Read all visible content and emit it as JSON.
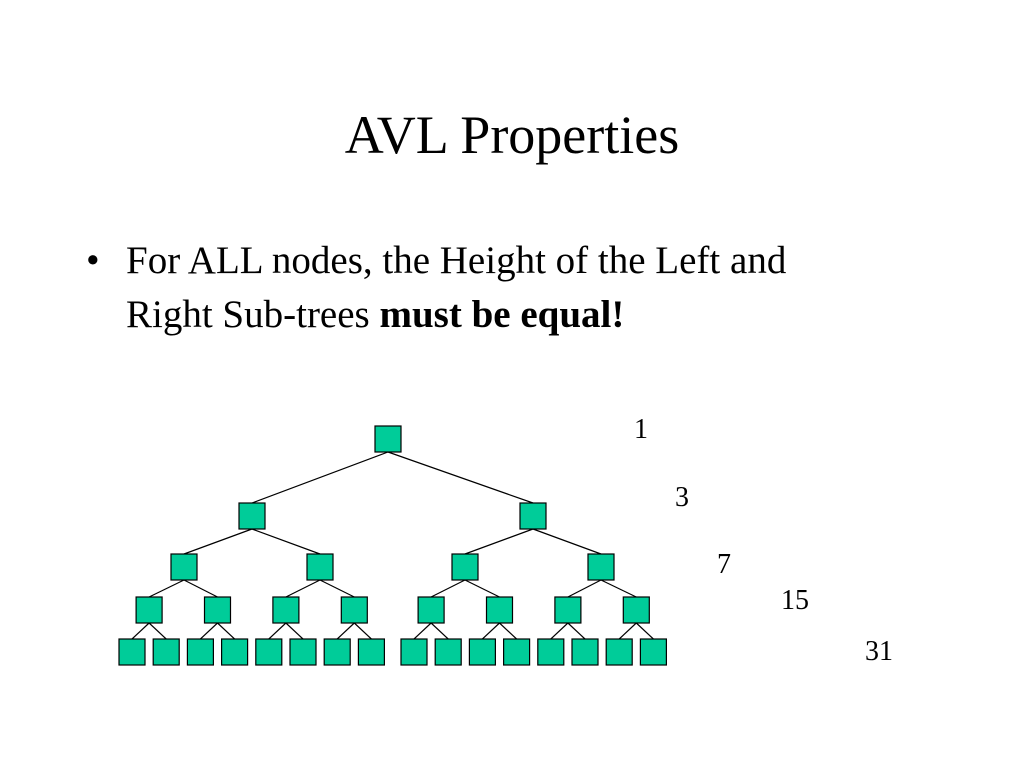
{
  "slide": {
    "title": "AVL Properties",
    "bullets": [
      {
        "marker": "•",
        "text_line1": "For ALL nodes, the Height of the Left and",
        "text_line2_plain": "Right Sub-trees ",
        "text_line2_bold": "must be equal!"
      }
    ]
  },
  "diagram": {
    "type": "complete-binary-tree",
    "levels": 5,
    "node_color": "#00cc99",
    "node_counts": [
      "1",
      "3",
      "7",
      "15",
      "31"
    ]
  }
}
